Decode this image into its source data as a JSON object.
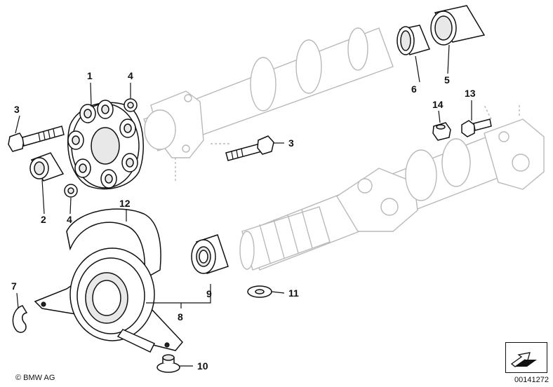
{
  "copyright": "© BMW AG",
  "image_number": "00141272",
  "callouts": {
    "c1": "1",
    "c2": "2",
    "c3a": "3",
    "c3b": "3",
    "c4a": "4",
    "c4b": "4",
    "c5": "5",
    "c6": "6",
    "c7": "7",
    "c8": "8",
    "c9": "9",
    "c10": "10",
    "c11": "11",
    "c12": "12",
    "c13": "13",
    "c14": "14"
  }
}
